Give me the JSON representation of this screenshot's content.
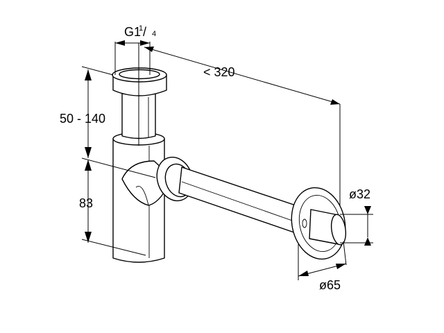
{
  "dimensions": {
    "thread_main": "G1",
    "thread_sup": "1",
    "thread_sub": "4",
    "length": "< 320",
    "height_range": "50 - 140",
    "height_fixed": "83",
    "pipe_diameter": "ø32",
    "rosette_diameter": "ø65"
  },
  "colors": {
    "line": "#000000",
    "background": "#ffffff"
  }
}
